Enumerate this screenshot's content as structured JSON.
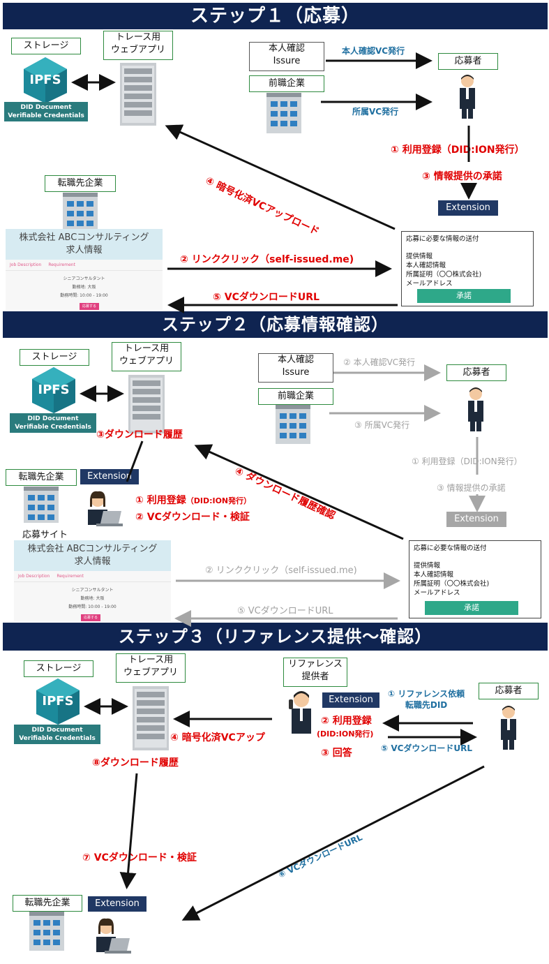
{
  "step1": {
    "title": "ステップ１（応募）",
    "storage": "ストレージ",
    "webapp": "トレース用\nウェブアプリ",
    "ipfs": "IPFS",
    "ipfs_caption": "DID Document\nVerifiable Credentials",
    "id_issuer": "本人確認\nIssure",
    "prev_company": "前職企業",
    "applicant": "応募者",
    "new_company": "転職先企業",
    "id_vc_issue": "本人確認VC発行",
    "affil_vc_issue": "所属VC発行",
    "register": "① 利用登録（DID:ION発行）",
    "consent": "③ 情報提供の承諾",
    "extension": "Extension",
    "encrypted_upload": "④ 暗号化済VCアップロード",
    "link_click": "② リンククリック（self-issued.me)",
    "download_url": "⑤ VCダウンロードURL"
  },
  "step2": {
    "title": "ステップ２（応募情報確認）",
    "storage": "ストレージ",
    "webapp": "トレース用\nウェブアプリ",
    "ipfs": "IPFS",
    "ipfs_caption": "DID Document\nVerifiable Credentials",
    "download_history": "③ダウンロード履歴",
    "id_issuer": "本人確認\nIssure",
    "prev_company": "前職企業",
    "applicant": "応募者",
    "id_vc_issue": "② 本人確認VC発行",
    "affil_vc_issue": "③ 所属VC発行",
    "register_grey": "① 利用登録（DID:ION発行）",
    "consent_grey": "③ 情報提供の承諾",
    "extension": "Extension",
    "new_company": "転職先企業",
    "apply_site": "応募サイト",
    "register": "① 利用登録",
    "register_suffix": "（DID:ION発行）",
    "vc_download_verify": "② VCダウンロード・検証",
    "history_check": "④ ダウンロード履歴確認",
    "link_click": "② リンククリック（self-issued.me)",
    "download_url": "⑤ VCダウンロードURL"
  },
  "step3": {
    "title": "ステップ３（リファレンス提供〜確認）",
    "storage": "ストレージ",
    "webapp": "トレース用\nウェブアプリ",
    "ipfs": "IPFS",
    "ipfs_caption": "DID Document\nVerifiable Credentials",
    "download_history": "⑧ダウンロード履歴",
    "ref_provider": "リファレンス\n提供者",
    "extension": "Extension",
    "ref_request": "① リファレンス依頼\n転職先DID",
    "applicant": "応募者",
    "encrypted_upload": "④ 暗号化済VCアップ",
    "register": "② 利用登録",
    "register_suffix": "(DID:ION発行)",
    "answer": "③ 回答",
    "download_url5": "⑤ VCダウンロードURL",
    "vc_download_verify": "⑦ VCダウンロード・検証",
    "download_url6": "⑥ VCダウンロードURL",
    "new_company": "転職先企業"
  },
  "panel": {
    "title": "応募に必要な情報の送付",
    "heading": "提供情報",
    "items": [
      "本人確認情報",
      "所属証明（〇〇株式会社)",
      "メールアドレス"
    ],
    "approve": "承諾"
  },
  "job": {
    "company": "株式会社 ABCコンサルティング",
    "subtitle": "求人情報",
    "tabs": [
      "Job Description",
      "Requirement"
    ],
    "position": "シニアコンサルタント",
    "location": "勤務地: 大阪",
    "hours": "勤務時間: 10:00 - 19:00",
    "apply": "応募する"
  },
  "colors": {
    "banner": "#0f2451",
    "red": "#e00000",
    "blue": "#1f6fa0",
    "grey": "#a6a6a6",
    "extension": "#203864",
    "ipfs": "#2a7b7d",
    "approve": "#2ea889"
  }
}
